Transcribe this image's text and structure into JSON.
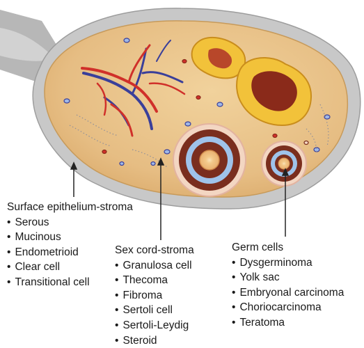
{
  "groups": [
    {
      "heading": "Surface epithelium-stroma",
      "items": [
        "Serous",
        "Mucinous",
        "Endometrioid",
        "Clear cell",
        "Transitional cell"
      ]
    },
    {
      "heading": "Sex cord-stroma",
      "items": [
        "Granulosa cell",
        "Thecoma",
        "Fibroma",
        "Sertoli cell",
        "Sertoli-Leydig",
        "Steroid"
      ]
    },
    {
      "heading": "Germ cells",
      "items": [
        "Dysgerminoma",
        "Yolk sac",
        "Embryonal carcinoma",
        "Choriocarcinoma",
        "Teratoma"
      ]
    }
  ],
  "colors": {
    "capsule": "#c9c9c9",
    "stroma": "#e8c48a",
    "artery": "#d0302a",
    "vein": "#3a3f9a",
    "follicle": "#7a2e1e",
    "corpus_luteum": "#f2c23a"
  }
}
